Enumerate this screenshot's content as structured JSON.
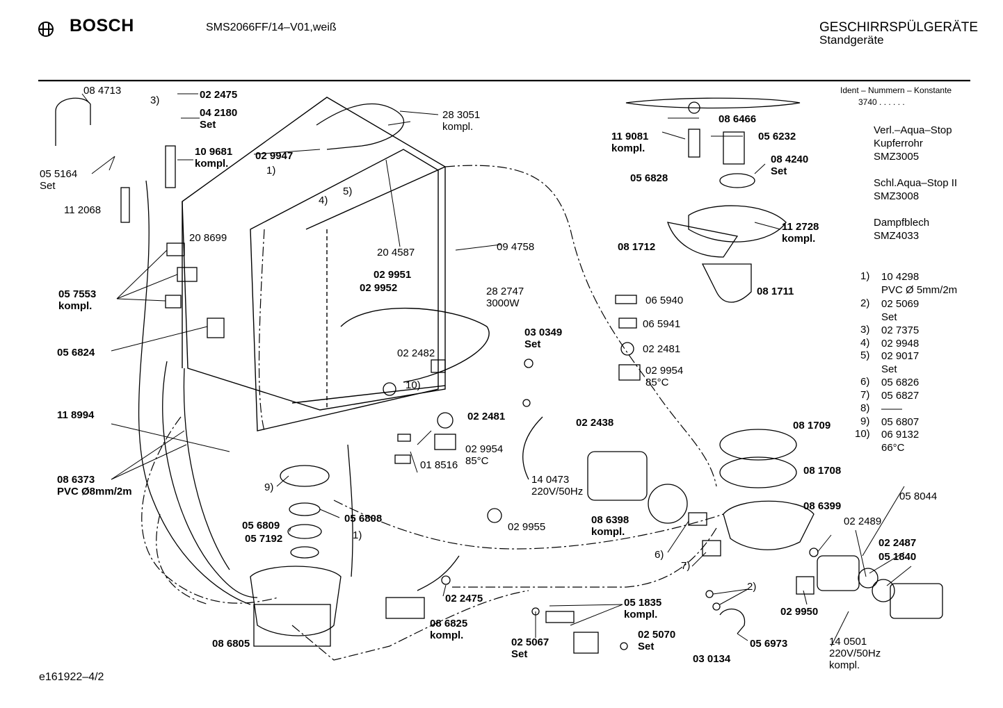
{
  "header": {
    "brand": "BOSCH",
    "model": "SMS2066FF/14–V01,weiß",
    "category": "GESCHIRRSPÜLGERÄTE",
    "subcategory": "Standgeräte",
    "ident_label": "Ident – Nummern – Konstante",
    "ident_value": "3740  .  .  .  .  .  ."
  },
  "footer": {
    "doc_id": "e161922–4/2"
  },
  "variants": [
    "Verl.–Aqua–Stop\nKupferrohr\nSMZ3005",
    "Schl.Aqua–Stop II\nSMZ3008",
    "Dampfblech\nSMZ4033"
  ],
  "notes": [
    {
      "num": "1)",
      "text": "10 4298\nPVC Ø 5mm/2m"
    },
    {
      "num": "2)",
      "text": "02 5069\nSet"
    },
    {
      "num": "3)",
      "text": "02 7375"
    },
    {
      "num": "4)",
      "text": "02 9948"
    },
    {
      "num": "5)",
      "text": "02 9017\nSet"
    },
    {
      "num": "6)",
      "text": "05 6826"
    },
    {
      "num": "7)",
      "text": "05 6827"
    },
    {
      "num": "8)",
      "text": "——"
    },
    {
      "num": "9)",
      "text": "05 6807"
    },
    {
      "num": "10)",
      "text": "06 9132\n66°C"
    }
  ],
  "labels": [
    {
      "id": "p084713",
      "text": "08 4713",
      "bold": false
    },
    {
      "id": "p055164",
      "text": "05 5164\nSet",
      "bold": false
    },
    {
      "id": "p112068",
      "text": "11 2068",
      "bold": false
    },
    {
      "id": "n3",
      "text": "3)",
      "bold": false
    },
    {
      "id": "p022475a",
      "text": "02 2475",
      "bold": true
    },
    {
      "id": "p042180",
      "text": "04 2180\nSet",
      "bold": true
    },
    {
      "id": "p109681",
      "text": "10 9681\nkompl.",
      "bold": true
    },
    {
      "id": "p029947",
      "text": "02 9947",
      "bold": true
    },
    {
      "id": "p283051",
      "text": "28 3051\nkompl.",
      "bold": false
    },
    {
      "id": "n1a",
      "text": "1)",
      "bold": false
    },
    {
      "id": "n4",
      "text": "4)",
      "bold": false
    },
    {
      "id": "n5",
      "text": "5)",
      "bold": false
    },
    {
      "id": "p208699",
      "text": "20 8699",
      "bold": false
    },
    {
      "id": "p204587",
      "text": "20 4587",
      "bold": false
    },
    {
      "id": "p094758",
      "text": "09 4758",
      "bold": false
    },
    {
      "id": "p029951",
      "text": "02 9951",
      "bold": true
    },
    {
      "id": "p029952",
      "text": "02 9952",
      "bold": true
    },
    {
      "id": "p057553",
      "text": "05 7553\nkompl.",
      "bold": true
    },
    {
      "id": "p282747",
      "text": "28 2747\n3000W",
      "bold": false
    },
    {
      "id": "p056824",
      "text": "05 6824",
      "bold": true
    },
    {
      "id": "p030349",
      "text": "03 0349\nSet",
      "bold": true
    },
    {
      "id": "p022482",
      "text": "02 2482",
      "bold": false
    },
    {
      "id": "n10",
      "text": "10)",
      "bold": false
    },
    {
      "id": "p022481a",
      "text": "02 2481",
      "bold": true
    },
    {
      "id": "p118994",
      "text": "11 8994",
      "bold": true
    },
    {
      "id": "p029954a",
      "text": "02 9954\n85°C",
      "bold": false
    },
    {
      "id": "p018516",
      "text": "01 8516",
      "bold": false
    },
    {
      "id": "p086373",
      "text": "08 6373\nPVC Ø8mm/2m",
      "bold": true
    },
    {
      "id": "n9",
      "text": "9)",
      "bold": false
    },
    {
      "id": "p056808",
      "text": "05 6808",
      "bold": true
    },
    {
      "id": "p056809",
      "text": "05 6809",
      "bold": true
    },
    {
      "id": "p057192",
      "text": "05 7192",
      "bold": true
    },
    {
      "id": "n1b",
      "text": "1)",
      "bold": false
    },
    {
      "id": "p029955",
      "text": "02 9955",
      "bold": false
    },
    {
      "id": "p022475b",
      "text": "02 2475",
      "bold": true
    },
    {
      "id": "p086805",
      "text": "08 6805",
      "bold": true
    },
    {
      "id": "p086825",
      "text": "08 6825\nkompl.",
      "bold": true
    },
    {
      "id": "p051835",
      "text": "05 1835\nkompl.",
      "bold": true
    },
    {
      "id": "p025067",
      "text": "02 5067\nSet",
      "bold": true
    },
    {
      "id": "p025070",
      "text": "02 5070\nSet",
      "bold": true
    },
    {
      "id": "p030134",
      "text": "03 0134",
      "bold": true
    },
    {
      "id": "p086466",
      "text": "08 6466",
      "bold": true
    },
    {
      "id": "p119081",
      "text": "11 9081\nkompl.",
      "bold": true
    },
    {
      "id": "p056232",
      "text": "05 6232",
      "bold": true
    },
    {
      "id": "p084240",
      "text": "08 4240\nSet",
      "bold": true
    },
    {
      "id": "p056828",
      "text": "05 6828",
      "bold": true
    },
    {
      "id": "p112728",
      "text": "11 2728\nkompl.",
      "bold": true
    },
    {
      "id": "p081712",
      "text": "08 1712",
      "bold": true
    },
    {
      "id": "p081711",
      "text": "08 1711",
      "bold": true
    },
    {
      "id": "p065940",
      "text": "06 5940",
      "bold": false
    },
    {
      "id": "p065941",
      "text": "06 5941",
      "bold": false
    },
    {
      "id": "p022481b",
      "text": "02 2481",
      "bold": false
    },
    {
      "id": "p029954b",
      "text": "02 9954\n85°C",
      "bold": false
    },
    {
      "id": "p022438",
      "text": "02 2438",
      "bold": true
    },
    {
      "id": "p081709",
      "text": "08 1709",
      "bold": true
    },
    {
      "id": "p081708",
      "text": "08 1708",
      "bold": true
    },
    {
      "id": "p140473",
      "text": "14 0473\n220V/50Hz",
      "bold": false
    },
    {
      "id": "p086399",
      "text": "08 6399",
      "bold": true
    },
    {
      "id": "p058044",
      "text": "05 8044",
      "bold": false
    },
    {
      "id": "p022489",
      "text": "02 2489",
      "bold": false
    },
    {
      "id": "p086398",
      "text": "08 6398\nkompl.",
      "bold": true
    },
    {
      "id": "n6",
      "text": "6)",
      "bold": false
    },
    {
      "id": "n7",
      "text": "7)",
      "bold": false
    },
    {
      "id": "p022487",
      "text": "02 2487",
      "bold": true
    },
    {
      "id": "p051840",
      "text": "05 1840",
      "bold": true
    },
    {
      "id": "n2",
      "text": "2)",
      "bold": false
    },
    {
      "id": "p029950",
      "text": "02 9950",
      "bold": true
    },
    {
      "id": "p056973",
      "text": "05 6973",
      "bold": true
    },
    {
      "id": "p140501",
      "text": "14 0501\n220V/50Hz\nkompl.",
      "bold": false
    }
  ]
}
